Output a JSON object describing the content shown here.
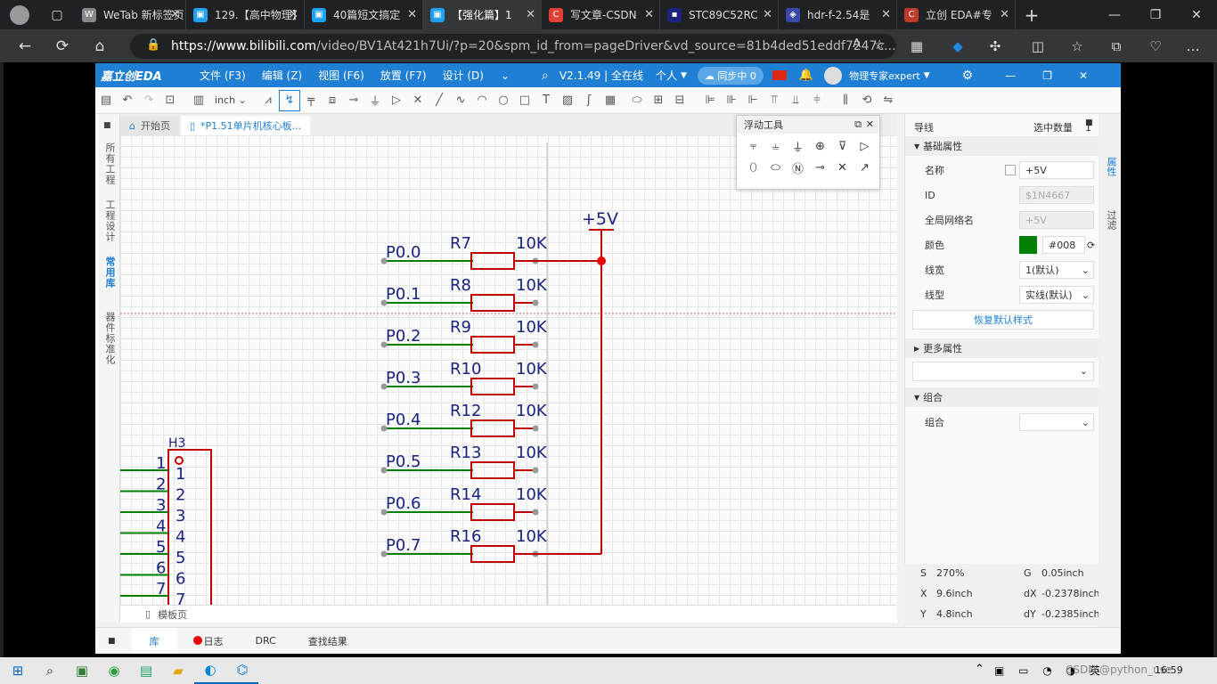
{
  "browser": {
    "tabs": [
      {
        "label": "WeTab 新标签页",
        "color": "#888",
        "glyph": "W"
      },
      {
        "label": "129.【高中物理】",
        "color": "#1da1f2",
        "glyph": "▣"
      },
      {
        "label": "40篇短文搞定",
        "color": "#1da1f2",
        "glyph": "▣"
      },
      {
        "label": "【强化篇】1",
        "color": "#1da1f2",
        "glyph": "▣"
      },
      {
        "label": "写文章-CSDN",
        "color": "#e33e33",
        "glyph": "C"
      },
      {
        "label": "STC89C52RC",
        "color": "#1a237e",
        "glyph": "▪"
      },
      {
        "label": "hdr-f-2.54是",
        "color": "#3949ab",
        "glyph": "◈"
      },
      {
        "label": "立创 EDA#专",
        "color": "#c0392b",
        "glyph": "C"
      }
    ],
    "url_domain": "https://www.bilibili.com",
    "url_rest": "/video/BV1At421h7Ui/?p=20&spm_id_from=pageDriver&vd_source=81b4ded51eddf7247c..."
  },
  "eda": {
    "logo": "嘉立创EDA",
    "menus": [
      "文件 (F3)",
      "编辑 (Z)",
      "视图 (F6)",
      "放置 (F7)",
      "设计 (D)"
    ],
    "version": "V2.1.49 | 全在线",
    "personal": "个人",
    "sync": "同步中 0",
    "user": "物理专家expert",
    "unit": "inch",
    "left_tabs": [
      "所有工程",
      "工程设计",
      "常用库",
      "器件标准化"
    ],
    "doc_tabs": [
      "开始页",
      "*P1.51单片机核心板..."
    ],
    "bottom_tab": "模板页",
    "float_title": "浮动工具",
    "status_tabs": [
      "库",
      "日志",
      "DRC",
      "查找结果"
    ]
  },
  "schematic": {
    "vcc": "+5V",
    "header": "H3",
    "header_pins": [
      "1",
      "2",
      "3",
      "4",
      "5",
      "6",
      "7"
    ],
    "nets": [
      "P0.0",
      "P0.1",
      "P0.2",
      "P0.3",
      "P0.4",
      "P0.5",
      "P0.6",
      "P0.7"
    ],
    "resistors": [
      "R7",
      "R8",
      "R9",
      "R10",
      "R12",
      "R13",
      "R14",
      "R16"
    ],
    "resistor_value": "10K",
    "wire_color": "#008000",
    "part_color": "#c00000"
  },
  "panel": {
    "title": "导线",
    "selected_label": "选中数量",
    "selected_count": "1",
    "section_basic": "基础属性",
    "rows": [
      {
        "label": "名称",
        "value": "+5V"
      },
      {
        "label": "ID",
        "value": "$1N4667"
      },
      {
        "label": "全局网络名",
        "value": "+5V"
      },
      {
        "label": "颜色",
        "value": "#008"
      },
      {
        "label": "线宽",
        "value": "1(默认)"
      },
      {
        "label": "线型",
        "value": "实线(默认)"
      }
    ],
    "reset": "恢复默认样式",
    "section_more": "更多属性",
    "section_group": "组合",
    "group_label": "组合",
    "side_tabs": [
      "属性",
      "过滤"
    ],
    "swatch": "#008000",
    "coords": [
      {
        "k1": "S",
        "v1": "270%",
        "k2": "G",
        "v2": "0.05inch"
      },
      {
        "k1": "X",
        "v1": "9.6inch",
        "k2": "dX",
        "v2": "-0.2378inch"
      },
      {
        "k1": "Y",
        "v1": "4.8inch",
        "k2": "dY",
        "v2": "-0.2385inch"
      }
    ]
  },
  "taskbar": {
    "time": "16:59",
    "watermark": "CSDN @python_use"
  }
}
